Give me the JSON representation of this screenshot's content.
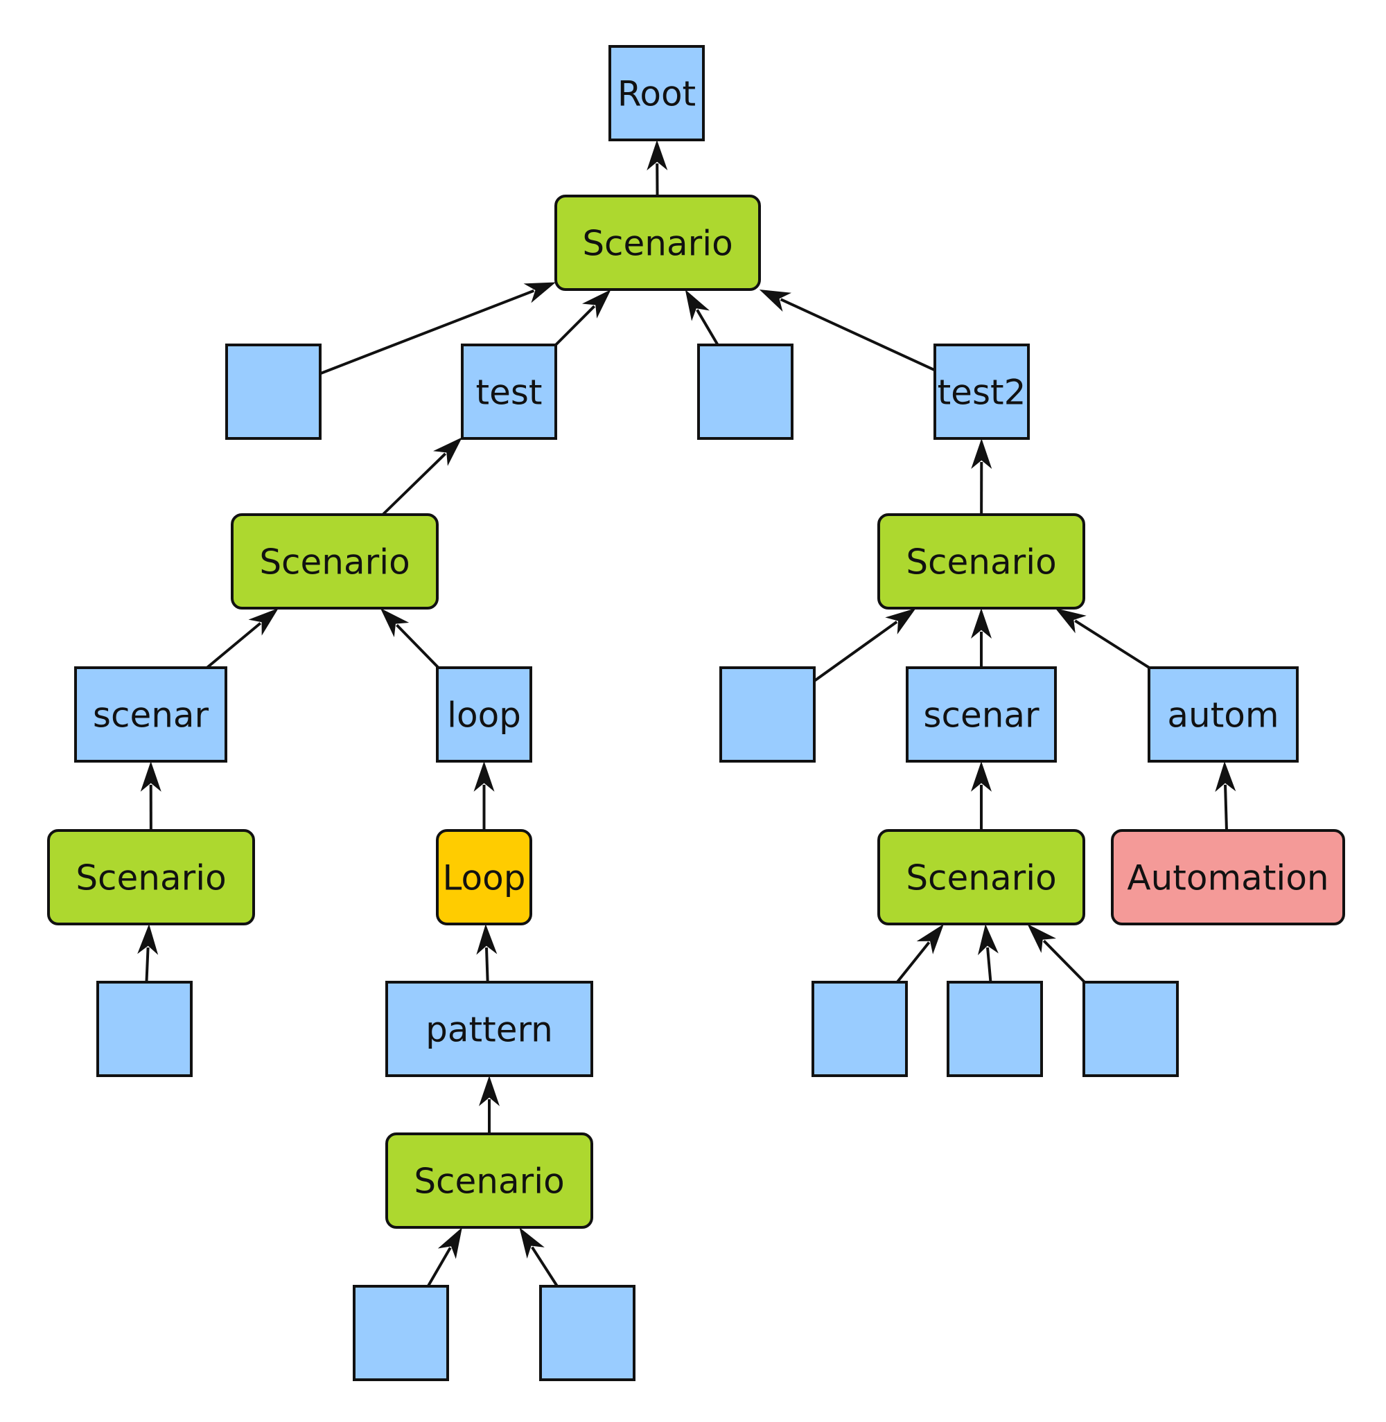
{
  "colors": {
    "square": "#99ccff",
    "scenario": "#add82f",
    "loop": "#ffcc00",
    "automation": "#f49a98",
    "stroke": "#111111"
  },
  "nodes": [
    {
      "id": "root",
      "label": "Root",
      "kind": "square"
    },
    {
      "id": "scenario_top",
      "label": "Scenario",
      "kind": "scenario"
    },
    {
      "id": "blank_top_left",
      "label": "",
      "kind": "square"
    },
    {
      "id": "test",
      "label": "test",
      "kind": "square"
    },
    {
      "id": "blank_top_mid",
      "label": "",
      "kind": "square"
    },
    {
      "id": "test2",
      "label": "test2",
      "kind": "square"
    },
    {
      "id": "scenario_left",
      "label": "Scenario",
      "kind": "scenario"
    },
    {
      "id": "scenar_left",
      "label": "scenar",
      "kind": "square"
    },
    {
      "id": "loop_label",
      "label": "loop",
      "kind": "square"
    },
    {
      "id": "scenario_left_low",
      "label": "Scenario",
      "kind": "scenario"
    },
    {
      "id": "loop_node",
      "label": "Loop",
      "kind": "loop"
    },
    {
      "id": "blank_left_bottom",
      "label": "",
      "kind": "square"
    },
    {
      "id": "pattern",
      "label": "pattern",
      "kind": "square"
    },
    {
      "id": "scenario_pattern",
      "label": "Scenario",
      "kind": "scenario"
    },
    {
      "id": "blank_pattern_a",
      "label": "",
      "kind": "square"
    },
    {
      "id": "blank_pattern_b",
      "label": "",
      "kind": "square"
    },
    {
      "id": "scenario_right",
      "label": "Scenario",
      "kind": "scenario"
    },
    {
      "id": "blank_right",
      "label": "",
      "kind": "square"
    },
    {
      "id": "scenar_right",
      "label": "scenar",
      "kind": "square"
    },
    {
      "id": "autom",
      "label": "autom",
      "kind": "square"
    },
    {
      "id": "scenario_right_low",
      "label": "Scenario",
      "kind": "scenario"
    },
    {
      "id": "automation",
      "label": "Automation",
      "kind": "automation"
    },
    {
      "id": "blank_right_a",
      "label": "",
      "kind": "square"
    },
    {
      "id": "blank_right_b",
      "label": "",
      "kind": "square"
    },
    {
      "id": "blank_right_c",
      "label": "",
      "kind": "square"
    }
  ],
  "edges": [
    {
      "from": "scenario_top",
      "to": "root"
    },
    {
      "from": "blank_top_left",
      "to": "scenario_top"
    },
    {
      "from": "test",
      "to": "scenario_top"
    },
    {
      "from": "blank_top_mid",
      "to": "scenario_top"
    },
    {
      "from": "test2",
      "to": "scenario_top"
    },
    {
      "from": "scenario_left",
      "to": "test"
    },
    {
      "from": "scenar_left",
      "to": "scenario_left"
    },
    {
      "from": "loop_label",
      "to": "scenario_left"
    },
    {
      "from": "scenario_left_low",
      "to": "scenar_left"
    },
    {
      "from": "blank_left_bottom",
      "to": "scenario_left_low"
    },
    {
      "from": "loop_node",
      "to": "loop_label"
    },
    {
      "from": "pattern",
      "to": "loop_node"
    },
    {
      "from": "scenario_pattern",
      "to": "pattern"
    },
    {
      "from": "blank_pattern_a",
      "to": "scenario_pattern"
    },
    {
      "from": "blank_pattern_b",
      "to": "scenario_pattern"
    },
    {
      "from": "scenario_right",
      "to": "test2"
    },
    {
      "from": "blank_right",
      "to": "scenario_right"
    },
    {
      "from": "scenar_right",
      "to": "scenario_right"
    },
    {
      "from": "autom",
      "to": "scenario_right"
    },
    {
      "from": "scenario_right_low",
      "to": "scenar_right"
    },
    {
      "from": "automation",
      "to": "autom"
    },
    {
      "from": "blank_right_a",
      "to": "scenario_right_low"
    },
    {
      "from": "blank_right_b",
      "to": "scenario_right_low"
    },
    {
      "from": "blank_right_c",
      "to": "scenario_right_low"
    }
  ]
}
